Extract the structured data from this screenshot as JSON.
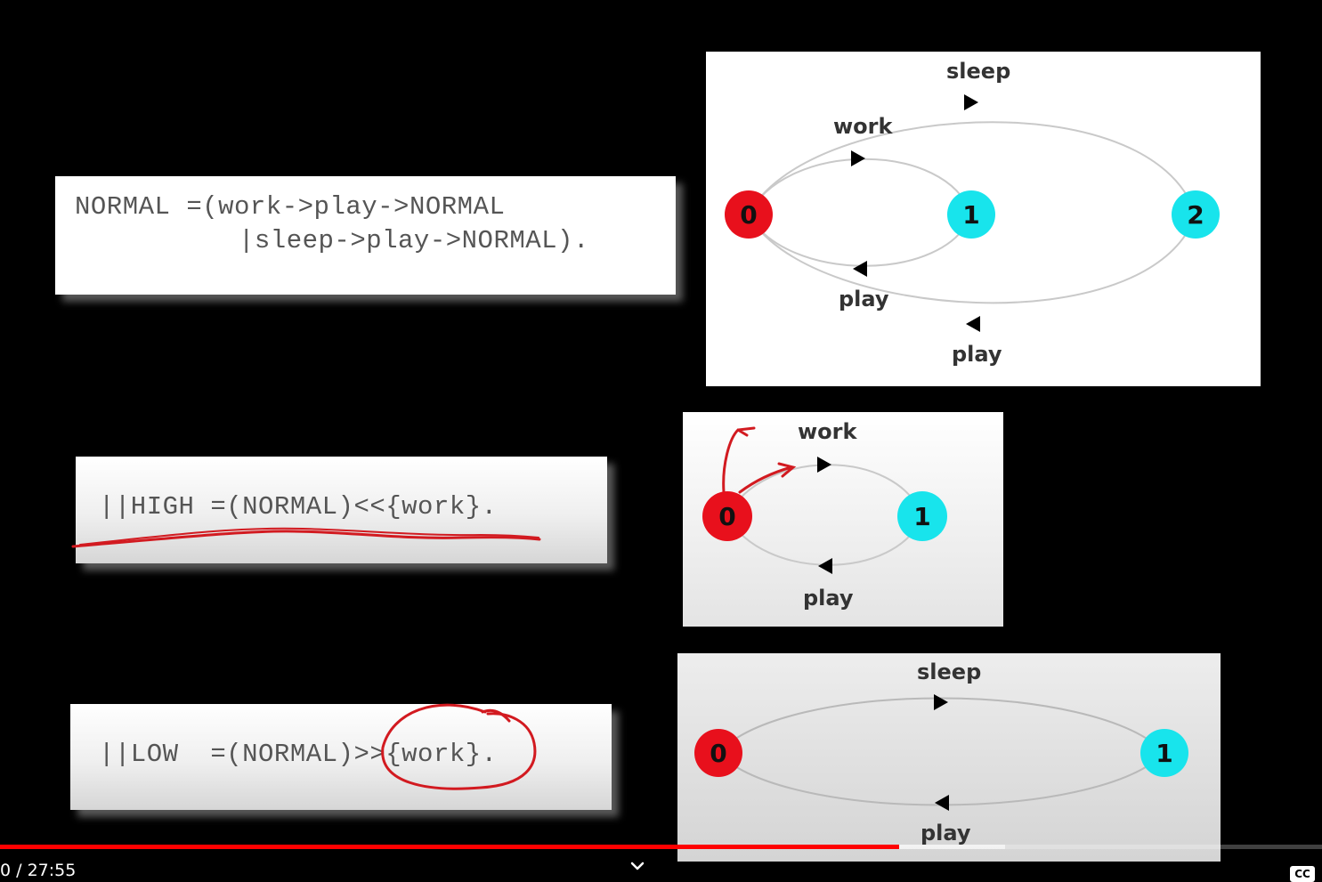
{
  "code": {
    "normal": {
      "line1": "NORMAL =(work->play->NORMAL",
      "line2": "|sleep->play->NORMAL)."
    },
    "high": {
      "line1": "||HIGH =(NORMAL)<<{work}."
    },
    "low": {
      "line1": "||LOW  =(NORMAL)>>{work}."
    }
  },
  "diagrams": {
    "normal": {
      "states": [
        "0",
        "1",
        "2"
      ],
      "labels": {
        "sleep": "sleep",
        "work": "work",
        "play_inner": "play",
        "play_outer": "play"
      }
    },
    "high": {
      "states": [
        "0",
        "1"
      ],
      "labels": {
        "work": "work",
        "play": "play"
      }
    },
    "low": {
      "states": [
        "0",
        "1"
      ],
      "labels": {
        "sleep": "sleep",
        "play": "play"
      }
    }
  },
  "colors": {
    "initial_state": "#e8101c",
    "state": "#18e4ec",
    "annotation": "#d21a20",
    "progress": "#ff0000"
  },
  "video": {
    "time": "0 / 27:55",
    "cc_label": "CC",
    "progress_played": 0.68,
    "progress_buffered": 0.76
  }
}
